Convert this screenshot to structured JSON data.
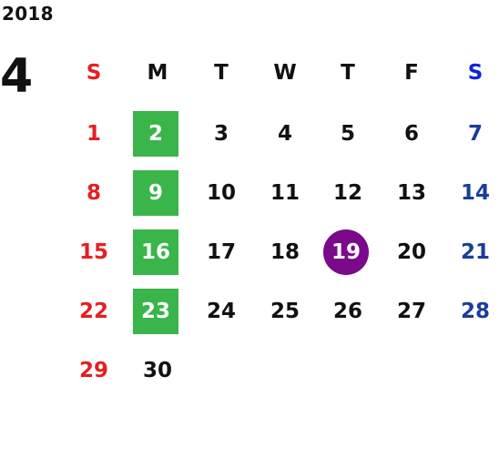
{
  "calendar": {
    "year": "2018",
    "month": "4",
    "weekdays": [
      "S",
      "M",
      "T",
      "W",
      "T",
      "F",
      "S"
    ],
    "weeks": [
      [
        "1",
        "2",
        "3",
        "4",
        "5",
        "6",
        "7"
      ],
      [
        "8",
        "9",
        "10",
        "11",
        "12",
        "13",
        "14"
      ],
      [
        "15",
        "16",
        "17",
        "18",
        "19",
        "20",
        "21"
      ],
      [
        "22",
        "23",
        "24",
        "25",
        "26",
        "27",
        "28"
      ],
      [
        "29",
        "30",
        "",
        "",
        "",
        "",
        ""
      ]
    ],
    "highlighted_green": [
      "2",
      "9",
      "16",
      "23"
    ],
    "highlighted_today": "19",
    "colors": {
      "sunday": "#e51f1f",
      "saturday": "#1a3d9a",
      "saturday_header": "#1024d8",
      "green_highlight": "#39b54a",
      "today_highlight": "#7a0a8a"
    }
  }
}
